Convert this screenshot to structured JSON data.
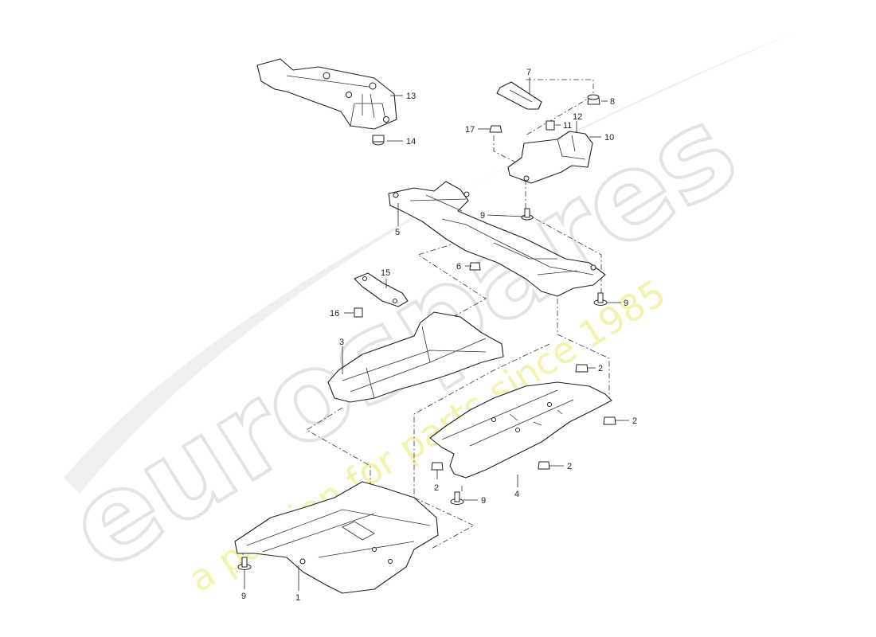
{
  "watermark": {
    "brand": "eurospares",
    "tagline": "a passion for parts since 1985",
    "brand_color": "#e6e6e6",
    "tagline_color": "#f2f2a6"
  },
  "callouts": {
    "c1": "1",
    "c2a": "2",
    "c2b": "2",
    "c2c": "2",
    "c2d": "2",
    "c3": "3",
    "c4": "4",
    "c5": "5",
    "c6": "6",
    "c7": "7",
    "c8": "8",
    "c9a": "9",
    "c9b": "9",
    "c9c": "9",
    "c9d": "9",
    "c10": "10",
    "c11": "11",
    "c12": "12",
    "c13": "13",
    "c14": "14",
    "c15": "15",
    "c16": "16",
    "c17": "17"
  }
}
